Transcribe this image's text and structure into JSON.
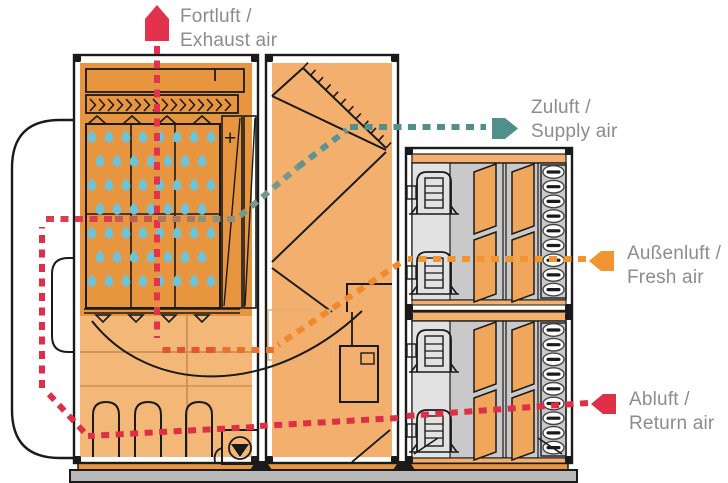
{
  "diagram": {
    "flow_labels": [
      {
        "id": "exhaust",
        "line1": "Fortluft /",
        "line2": "Exhaust air",
        "color": "#E2324D",
        "arrow_direction": "up"
      },
      {
        "id": "supply",
        "line1": "Zuluft /",
        "line2": "Supply air",
        "color": "#50908C",
        "arrow_direction": "right"
      },
      {
        "id": "fresh",
        "line1": "Außenluft /",
        "line2": "Fresh air",
        "color": "#F0952F",
        "arrow_direction": "left"
      },
      {
        "id": "return",
        "line1": "Abluft /",
        "line2": "Return air",
        "color": "#DE2F47",
        "arrow_direction": "left"
      }
    ],
    "markers": {
      "plus_sign": "+"
    }
  },
  "colors": {
    "exhaust_red": "#E2324D",
    "supply_teal": "#50908C",
    "fresh_orange": "#F0952F",
    "return_red": "#DE2F47",
    "droplet_teal": "#6FC2D8",
    "unit_orange_dark": "#E8953F",
    "unit_orange_mid": "#F2AF6E",
    "unit_orange_light": "#F4C18A",
    "basin_orange": "#F3B778",
    "filter_orange": "#F0A75B",
    "panel_gray": "#C9C9C9",
    "motor_bay_gray": "#E2E2E2",
    "eliminator_gray": "#C7CAD0",
    "base_gray": "#B9B9B9",
    "label_text": "#8C8C8C",
    "outline": "#1A1A1A"
  }
}
